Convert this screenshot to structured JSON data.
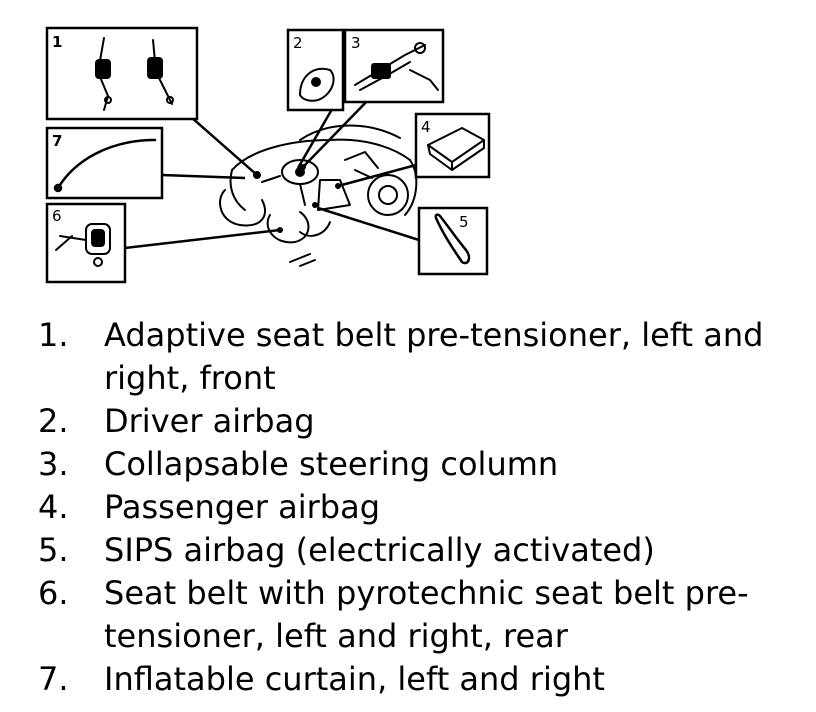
{
  "diagram": {
    "callouts": [
      {
        "number": "1"
      },
      {
        "number": "2"
      },
      {
        "number": "3"
      },
      {
        "number": "4"
      },
      {
        "number": "5"
      },
      {
        "number": "6"
      },
      {
        "number": "7"
      }
    ]
  },
  "legend": {
    "items": [
      {
        "number": "1.",
        "text": "Adaptive seat belt pre-tensioner, left and right, front"
      },
      {
        "number": "2.",
        "text": "Driver airbag"
      },
      {
        "number": "3.",
        "text": "Collapsable steering column"
      },
      {
        "number": "4.",
        "text": "Passenger airbag"
      },
      {
        "number": "5.",
        "text": "SIPS airbag (electrically activated)"
      },
      {
        "number": "6.",
        "text": "Seat belt with pyrotechnic seat belt pre-tensioner, left and right, rear"
      },
      {
        "number": "7.",
        "text": "Inflatable curtain, left and right"
      }
    ]
  },
  "colors": {
    "ink": "#000000",
    "paper": "#ffffff"
  }
}
